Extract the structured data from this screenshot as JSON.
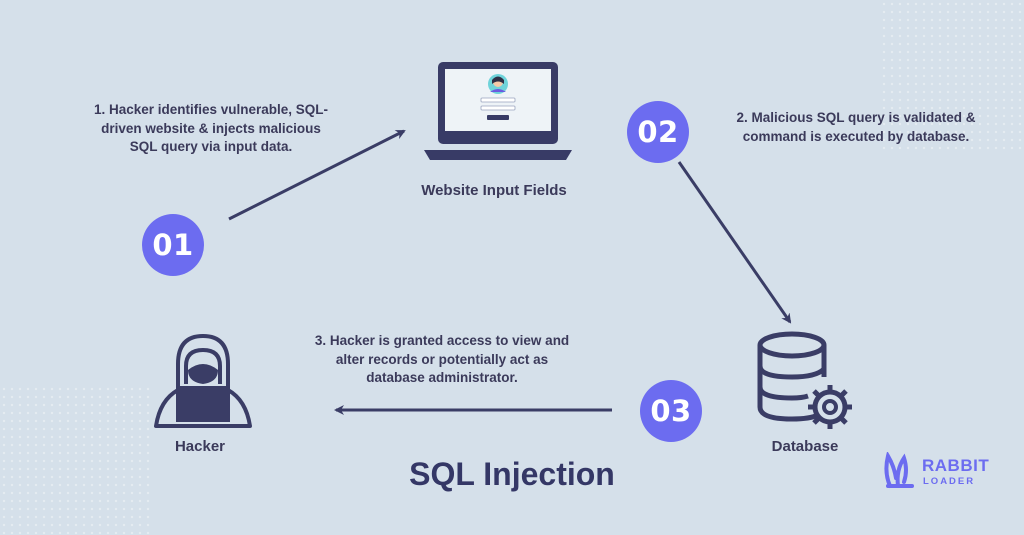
{
  "title": "SQL Injection",
  "steps": [
    {
      "number": "01",
      "lines": [
        "1.  Hacker identifies vulnerable, SQL-",
        "driven website & injects malicious",
        "SQL query via input data."
      ]
    },
    {
      "number": "02",
      "lines": [
        "2.  Malicious SQL query is validated &",
        "command is executed by database."
      ]
    },
    {
      "number": "03",
      "lines": [
        "3. Hacker is granted access to view and",
        "alter records or potentially act as",
        "database administrator."
      ]
    }
  ],
  "nodes": {
    "website": "Website Input Fields",
    "database": "Database",
    "hacker": "Hacker"
  },
  "brand": {
    "name": "RABBIT",
    "sub": "LOADER"
  },
  "colors": {
    "background": "#d5e0ea",
    "accent": "#6c6cf0",
    "ink": "#3b3a5a",
    "title": "#343766"
  }
}
